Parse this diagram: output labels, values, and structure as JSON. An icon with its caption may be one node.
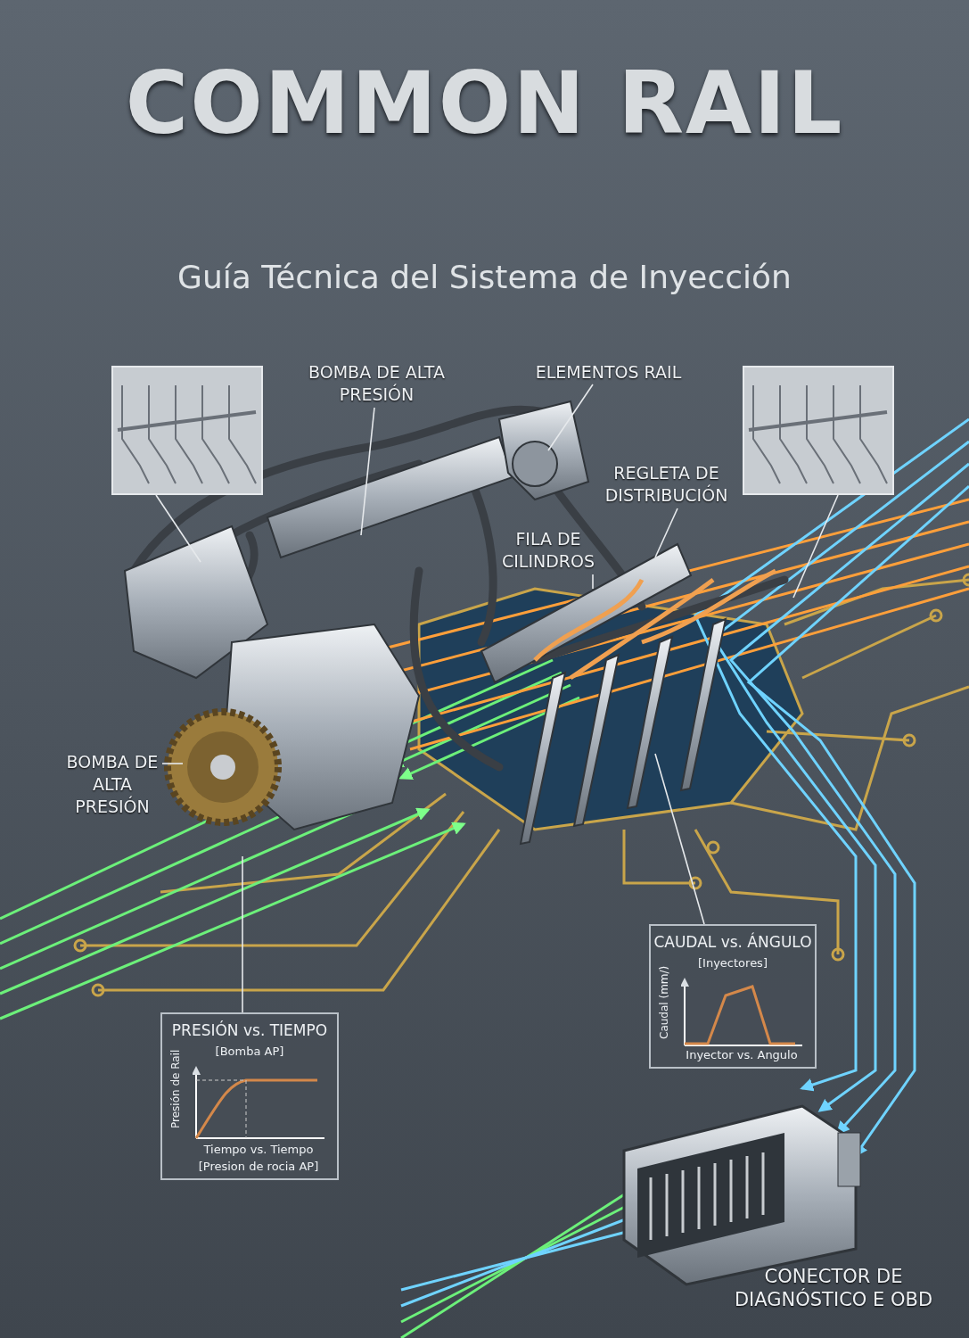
{
  "diagram": {
    "title": "COMMON RAIL",
    "nodes": [
      {
        "text": [],
        "shape": "picture"
      },
      {
        "text": [],
        "shape": "picture"
      },
      {
        "text": [
          "BOMBA DE ALTA PRESIÓN"
        ]
      },
      {
        "text": [
          "ELEMENTOS RAIL"
        ]
      },
      {
        "text": [
          "REGLETA DE DISTRIBUCIÓN"
        ]
      },
      {
        "text": [
          "FILA DE CILINDROS"
        ]
      },
      {
        "text": [
          "BOMBA DE ALTA PRESIÓN"
        ]
      },
      {
        "text": [
          "PRESIÓN vs. TIEMPO",
          "[Bomba AP]",
          "Presión de Rail",
          "Tiempo vs. Tiempo",
          "[Presion de rocia AP]"
        ]
      },
      {
        "text": [
          "CAUDAL vs. ÁNGULO",
          "[Inyectores]",
          "Caudal (mm/)",
          "Inyector vs. Angulo"
        ]
      }
    ],
    "edges": [
      {
        "from": 0,
        "to": null,
        "arrow": "none"
      },
      {
        "from": 1,
        "to": null,
        "arrow": "none"
      },
      {
        "from": 2,
        "to": null,
        "arrow": "none"
      },
      {
        "from": 3,
        "to": null,
        "arrow": "none"
      },
      {
        "from": 4,
        "to": null,
        "arrow": "none"
      },
      {
        "from": 5,
        "to": null,
        "arrow": "none"
      },
      {
        "from": 6,
        "to": null,
        "arrow": "none"
      },
      {
        "from": 7,
        "to": null,
        "arrow": "none"
      },
      {
        "from": 8,
        "to": null,
        "arrow": "none"
      }
    ],
    "labels": [
      "Guía Técnica del Sistema de Inyección",
      "CONECTOR DE DIAGNÓSTICO E OBD"
    ]
  }
}
